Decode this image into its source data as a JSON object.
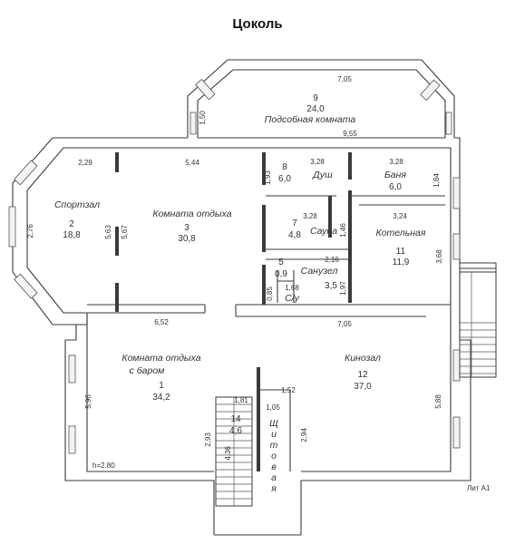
{
  "title": "Цоколь",
  "rooms": [
    {
      "id": "r9",
      "num": "9",
      "area": "24,0",
      "name": "Подсобная комната"
    },
    {
      "id": "r8",
      "num": "8",
      "area": "6,0",
      "name": "Душ"
    },
    {
      "id": "r_banya",
      "area": "6,0",
      "name": "Баня"
    },
    {
      "id": "r2",
      "num": "2",
      "area": "18,8",
      "name": "Спортзал"
    },
    {
      "id": "r3",
      "num": "3",
      "area": "30,8",
      "name": "Комната отдыха"
    },
    {
      "id": "r7",
      "num": "7",
      "area": "4,8",
      "name": "Сауна"
    },
    {
      "id": "r11",
      "num": "11",
      "area": "11,9",
      "name": "Котельная"
    },
    {
      "id": "r5",
      "num": "5",
      "area": "0,9"
    },
    {
      "id": "r_sanuzel",
      "area": "3,5",
      "name": "Санузел"
    },
    {
      "id": "r_su",
      "area": "1,68",
      "name": "С/у"
    },
    {
      "id": "r1",
      "num": "1",
      "area": "34,2",
      "name_line1": "Комната отдыха",
      "name_line2": "с баром"
    },
    {
      "id": "r12",
      "num": "12",
      "area": "37,0",
      "name": "Кинозал"
    },
    {
      "id": "r14",
      "num": "14",
      "area": "4,6"
    }
  ],
  "shitovaya_letters": [
    "Щ",
    "и",
    "т",
    "о",
    "в",
    "а",
    "я"
  ],
  "dimensions": {
    "d705_top": "7,05",
    "d150": "1,50",
    "d955": "9,55",
    "d229": "2,29",
    "d544": "5,44",
    "d328a": "3,28",
    "d328b": "3,28",
    "d193": "1,93",
    "d184": "1,84",
    "d276": "2,76",
    "d563": "5,63",
    "d567": "5,67",
    "d328c": "3,28",
    "d146": "1,46",
    "d324": "3,24",
    "d368": "3,68",
    "d216": "2,16",
    "d085": "0,85",
    "d197": "1,97",
    "d652": "6,52",
    "d705_mid": "7,05",
    "d596": "5,96",
    "d181": "1,81",
    "d152": "1,52",
    "d105": "1,05",
    "d588": "5,88",
    "d293": "2,93",
    "d294": "2,94",
    "d436": "4,36"
  },
  "height_note": "h=2.80",
  "lit_label": "Лит А1"
}
